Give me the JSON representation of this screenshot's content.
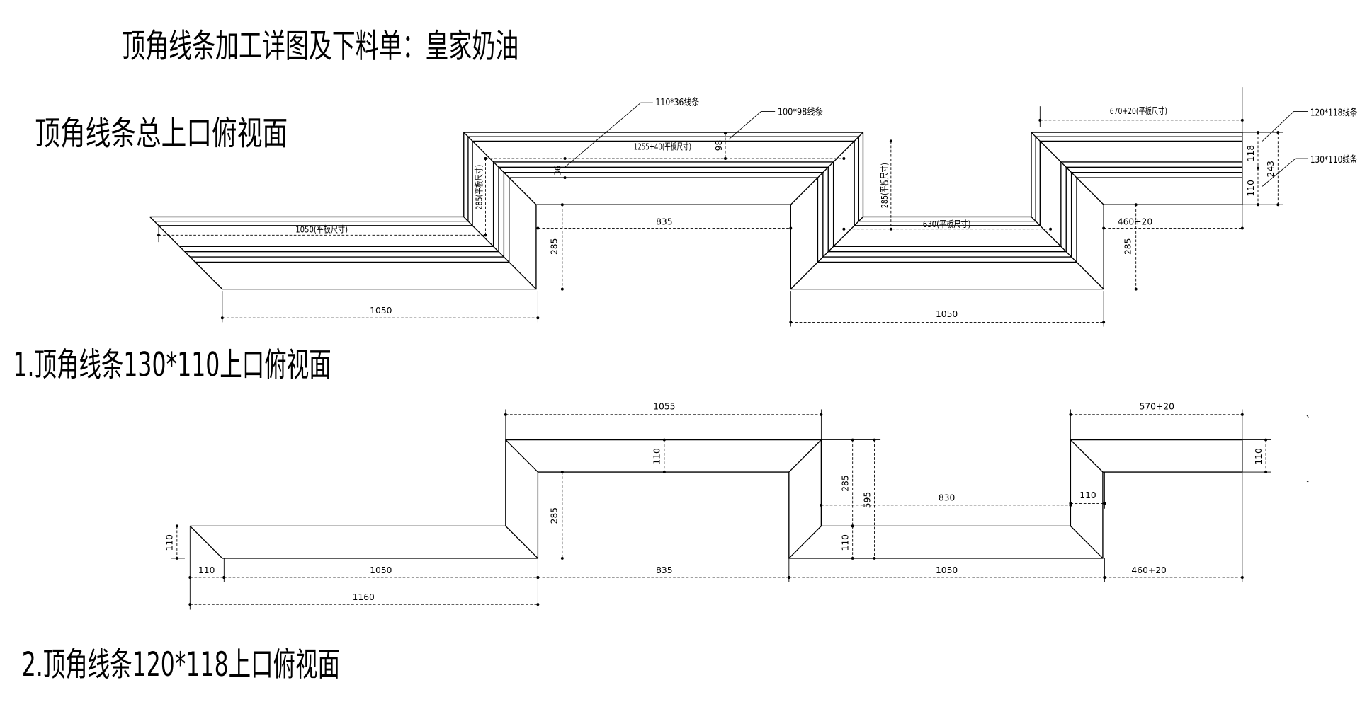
{
  "title": "顶角线条加工详图及下料单：皇家奶油",
  "colors": {
    "line": "#000000",
    "background": "#ffffff"
  },
  "overview": {
    "heading": "顶角线条总上口俯视面",
    "callouts": {
      "strip_110x36": "110*36线条",
      "strip_100x98": "100*98线条",
      "strip_120x118": "120*118线条",
      "strip_130x110": "130*110线条"
    },
    "dims": {
      "top_flat": "1255+40(平板尺寸)",
      "top_98": "98",
      "strip_36": "36",
      "left_rise_flat": "285(平板尺寸)",
      "mid_rise_flat": "285(平板尺寸)",
      "left_run_flat": "1050(平板尺寸)",
      "top_run": "835",
      "mid_run_flat": "630(平板尺寸)",
      "right_run": "460+20",
      "left_rise": "285",
      "right_rise": "285",
      "right_top_flat": "670+20(平板尺寸)",
      "depth_118": "118",
      "depth_110": "110",
      "depth_total": "243",
      "left_bottom": "1050",
      "mid_bottom": "1050"
    }
  },
  "view_130x110": {
    "heading": "1.顶角线条130*110上口俯视面",
    "dims": {
      "top_run": "1055",
      "right_top": "570+20",
      "top_width": "110",
      "end_width": "110",
      "left_rise": "285",
      "mid_rise": "285",
      "mid_total": "595",
      "mid_top_run": "830",
      "corner_width": "110",
      "mid_width": "110",
      "start_width": "110",
      "bottom_start": "110",
      "bottom_left": "1050",
      "bottom_center": "835",
      "bottom_mid": "1050",
      "bottom_right": "460+20",
      "overall_left": "1160"
    }
  },
  "view_120x118": {
    "heading": "2.顶角线条120*118上口俯视面"
  }
}
